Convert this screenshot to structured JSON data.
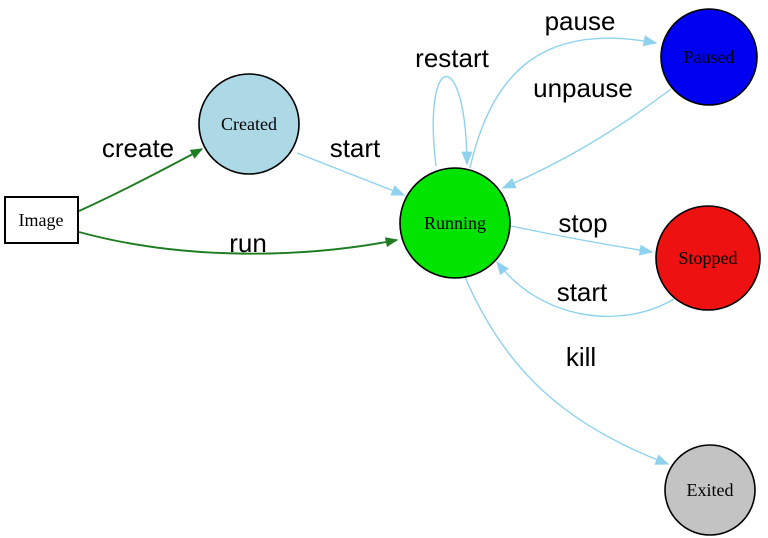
{
  "diagram": {
    "type": "state-diagram",
    "nodes": [
      {
        "id": "image",
        "label": "Image",
        "shape": "rect",
        "color": "#ffffff",
        "border": "#2222cc"
      },
      {
        "id": "created",
        "label": "Created",
        "shape": "circle",
        "color": "#add8e6",
        "border": "#000000"
      },
      {
        "id": "running",
        "label": "Running",
        "shape": "circle",
        "color": "#00e400",
        "border": "#000000"
      },
      {
        "id": "paused",
        "label": "Paused",
        "shape": "circle",
        "color": "#0000f0",
        "border": "#000000"
      },
      {
        "id": "stopped",
        "label": "Stopped",
        "shape": "circle",
        "color": "#ee1111",
        "border": "#000000"
      },
      {
        "id": "exited",
        "label": "Exited",
        "shape": "circle",
        "color": "#c3c3c3",
        "border": "#000000"
      }
    ],
    "edges": [
      {
        "from": "image",
        "to": "created",
        "label": "create",
        "color": "#1e7d22"
      },
      {
        "from": "image",
        "to": "running",
        "label": "run",
        "color": "#1e7d22"
      },
      {
        "from": "created",
        "to": "running",
        "label": "start",
        "color": "#8ed2ee"
      },
      {
        "from": "running",
        "to": "running",
        "label": "restart",
        "color": "#8ed2ee"
      },
      {
        "from": "running",
        "to": "paused",
        "label": "pause",
        "color": "#8ed2ee"
      },
      {
        "from": "paused",
        "to": "running",
        "label": "unpause",
        "color": "#8ed2ee"
      },
      {
        "from": "running",
        "to": "stopped",
        "label": "stop",
        "color": "#8ed2ee"
      },
      {
        "from": "stopped",
        "to": "running",
        "label": "start",
        "color": "#8ed2ee"
      },
      {
        "from": "running",
        "to": "exited",
        "label": "kill",
        "color": "#8ed2ee"
      }
    ]
  },
  "colors": {
    "edge_blue": "#8ed2ee",
    "edge_green": "#1e7d22",
    "text": "#000000",
    "background": "#ffffff"
  }
}
